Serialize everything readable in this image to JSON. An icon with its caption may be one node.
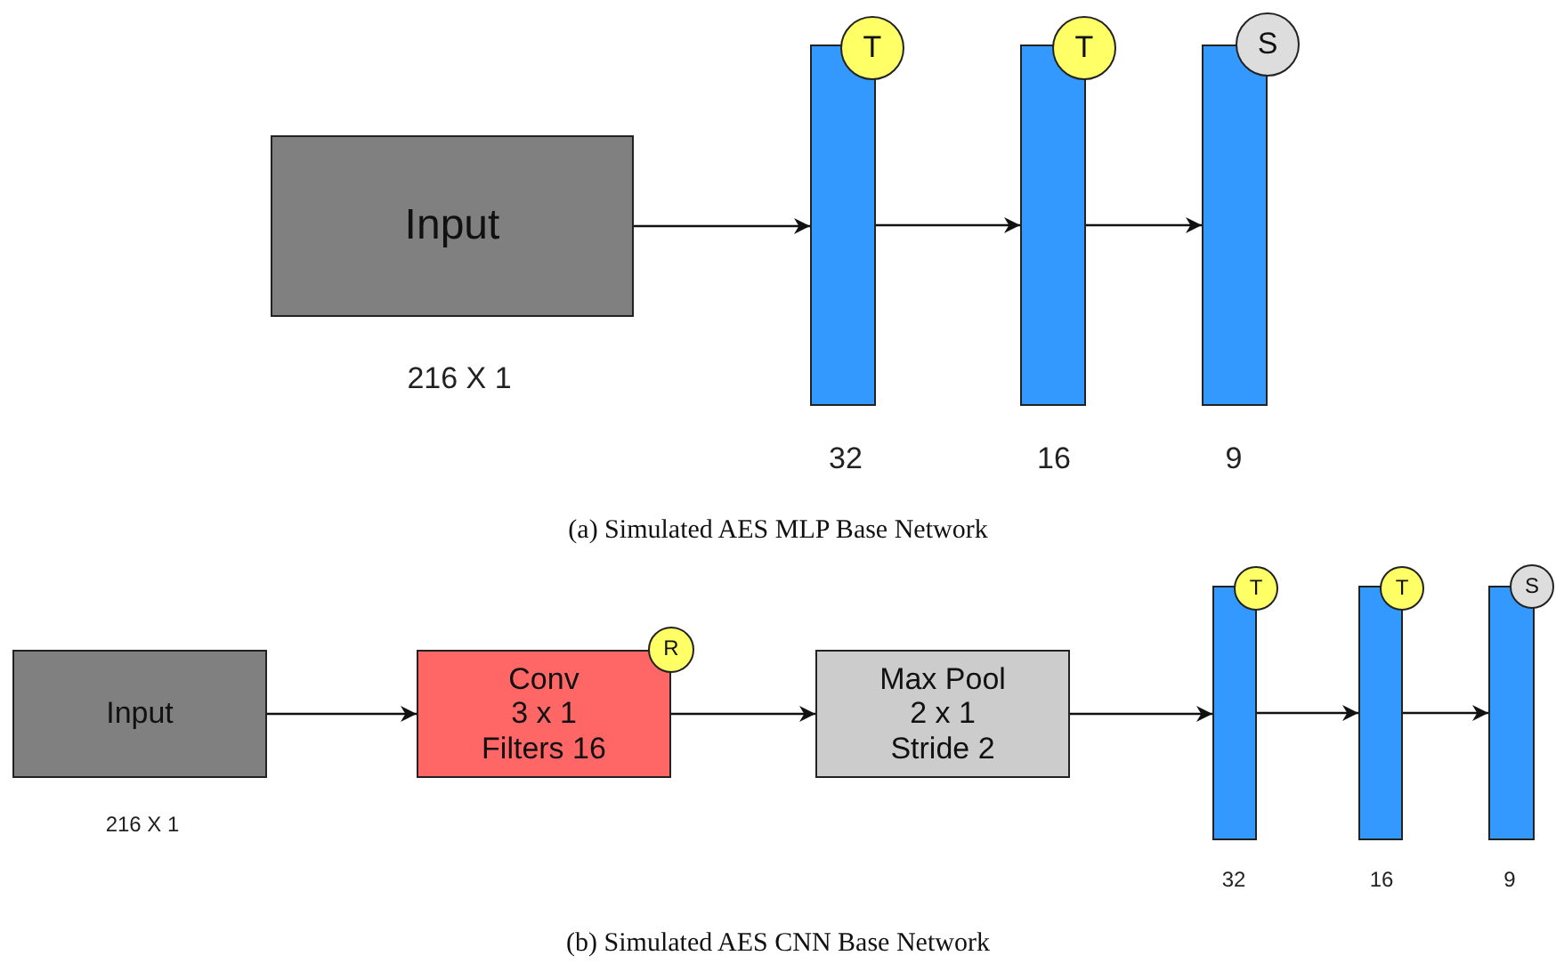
{
  "diagram": {
    "nodes": [
      {
        "text": [
          "Input"
        ],
        "beside": [
          "216 X 1"
        ]
      },
      {
        "text": [],
        "shape": "bar",
        "beside": [
          "32"
        ]
      },
      {
        "text": [
          "T"
        ]
      },
      {
        "text": [],
        "shape": "bar",
        "beside": [
          "16"
        ]
      },
      {
        "text": [
          "T"
        ]
      },
      {
        "text": [],
        "shape": "bar",
        "beside": [
          "9"
        ]
      },
      {
        "text": [
          "S"
        ]
      },
      {
        "text": [
          "Input"
        ],
        "beside": [
          "216 X 1"
        ]
      },
      {
        "text": [
          "Conv",
          "3 x 1",
          "Filters 16"
        ]
      },
      {
        "text": [
          "R"
        ]
      },
      {
        "text": [
          "Max Pool",
          "2 x 1",
          "Stride 2"
        ]
      },
      {
        "text": [],
        "shape": "bar",
        "beside": [
          "32"
        ]
      },
      {
        "text": [
          "T"
        ]
      },
      {
        "text": [],
        "shape": "bar",
        "beside": [
          "16"
        ]
      },
      {
        "text": [
          "T"
        ]
      },
      {
        "text": [],
        "shape": "bar",
        "beside": [
          "9"
        ]
      },
      {
        "text": [
          "S"
        ]
      }
    ],
    "edges": [
      {
        "from": 0,
        "to": 1,
        "arrow": "to"
      },
      {
        "from": 1,
        "to": 3,
        "arrow": "to"
      },
      {
        "from": 3,
        "to": 5,
        "arrow": "to"
      },
      {
        "from": 7,
        "to": 8,
        "arrow": "to"
      },
      {
        "from": 8,
        "to": 10,
        "arrow": "to"
      },
      {
        "from": 10,
        "to": 11,
        "arrow": "to"
      },
      {
        "from": 11,
        "to": 13,
        "arrow": "to"
      },
      {
        "from": 13,
        "to": 15,
        "arrow": "to"
      }
    ],
    "labels": [
      "(a) Simulated AES MLP Base Network",
      "(b) Simulated AES CNN Base Network"
    ]
  }
}
